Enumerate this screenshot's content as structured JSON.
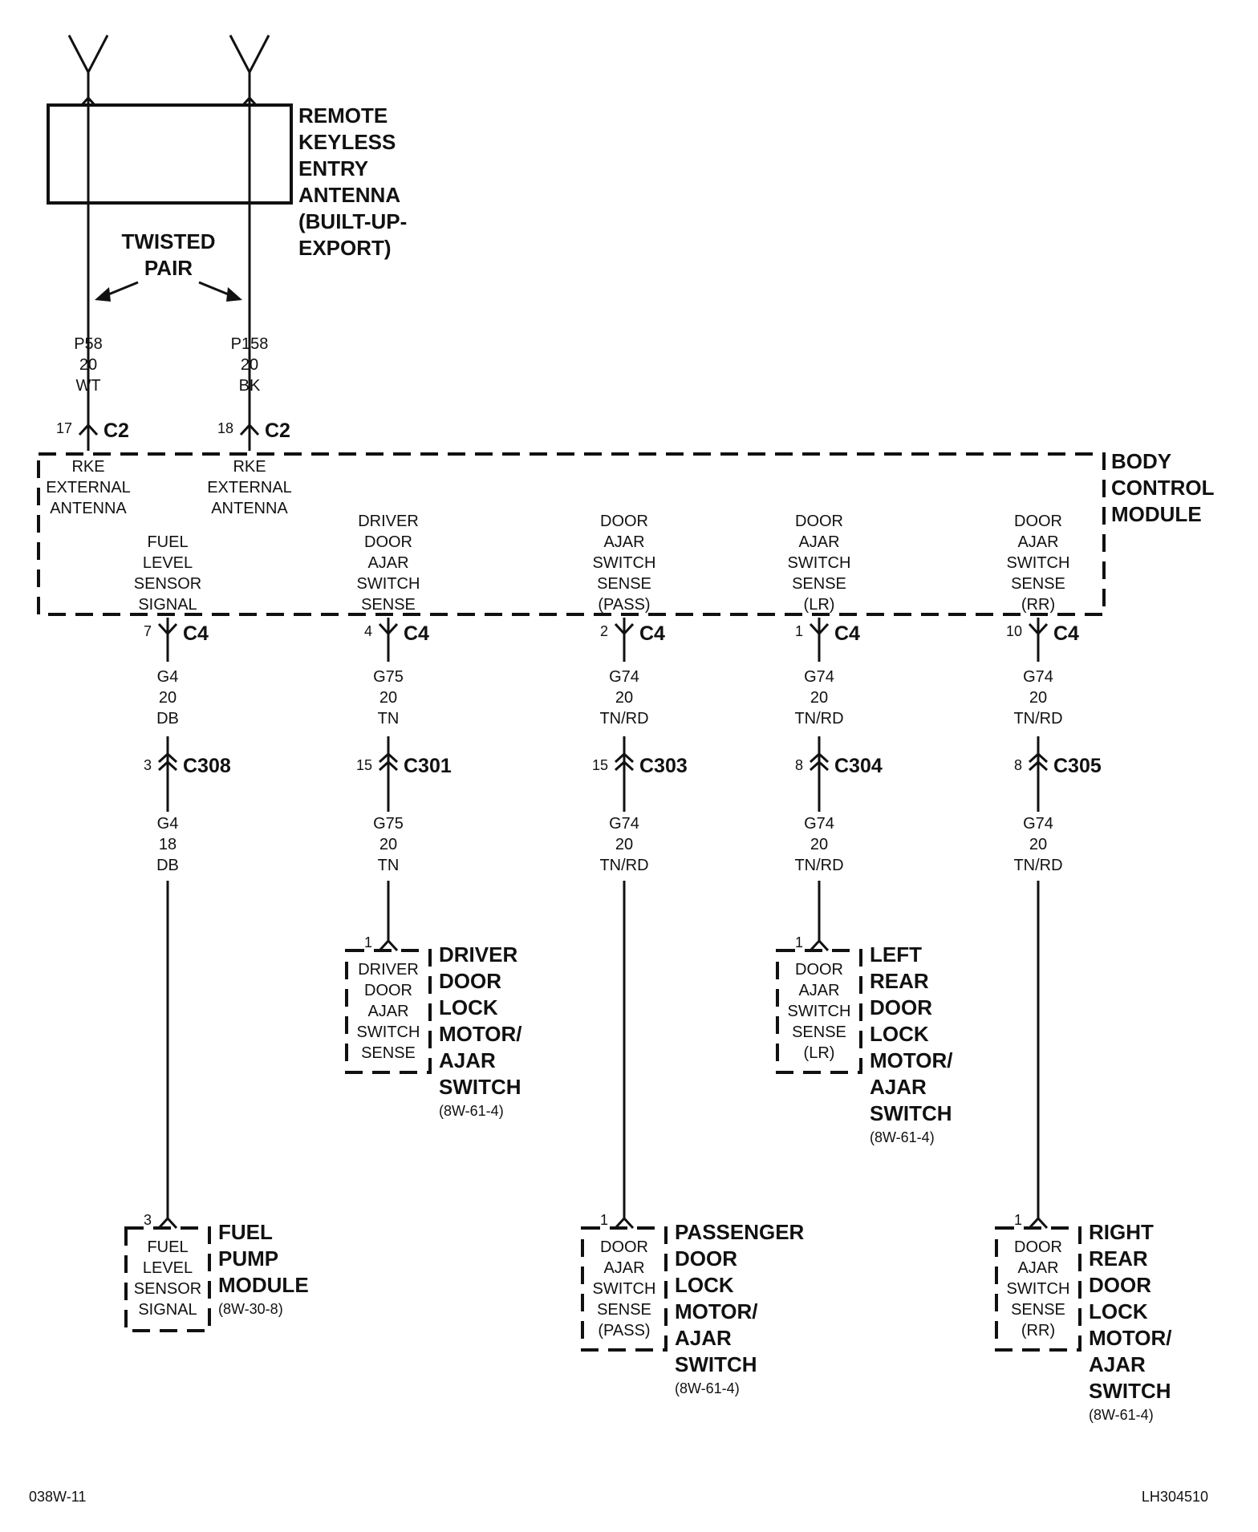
{
  "antenna": {
    "title": [
      "REMOTE",
      "KEYLESS",
      "ENTRY",
      "ANTENNA",
      "(BUILT-UP-",
      "EXPORT)"
    ],
    "twisted_pair": [
      "TWISTED",
      "PAIR"
    ]
  },
  "antenna_wires": [
    {
      "circuit": "P58",
      "gauge": "20",
      "color": "WT",
      "pin": "17",
      "connector": "C2",
      "label": [
        "RKE",
        "EXTERNAL",
        "ANTENNA"
      ]
    },
    {
      "circuit": "P158",
      "gauge": "20",
      "color": "BK",
      "pin": "18",
      "connector": "C2",
      "label": [
        "RKE",
        "EXTERNAL",
        "ANTENNA"
      ]
    }
  ],
  "bcm": {
    "title": [
      "BODY",
      "CONTROL",
      "MODULE"
    ]
  },
  "circuits": [
    {
      "bcm_label": [
        "FUEL",
        "LEVEL",
        "SENSOR",
        "SIGNAL"
      ],
      "bcm_pin": "7",
      "bcm_conn": "C4",
      "wire1": [
        "G4",
        "20",
        "DB"
      ],
      "inline_pin": "3",
      "inline_conn": "C308",
      "wire2": [
        "G4",
        "18",
        "DB"
      ],
      "comp_pin": "3",
      "comp_label": [
        "FUEL",
        "LEVEL",
        "SENSOR",
        "SIGNAL"
      ],
      "comp_title": [
        "FUEL",
        "PUMP",
        "MODULE"
      ],
      "comp_ref": "(8W-30-8)"
    },
    {
      "bcm_label": [
        "DRIVER",
        "DOOR",
        "AJAR",
        "SWITCH",
        "SENSE"
      ],
      "bcm_pin": "4",
      "bcm_conn": "C4",
      "wire1": [
        "G75",
        "20",
        "TN"
      ],
      "inline_pin": "15",
      "inline_conn": "C301",
      "wire2": [
        "G75",
        "20",
        "TN"
      ],
      "comp_pin": "1",
      "comp_label": [
        "DRIVER",
        "DOOR",
        "AJAR",
        "SWITCH",
        "SENSE"
      ],
      "comp_title": [
        "DRIVER",
        "DOOR",
        "LOCK",
        "MOTOR/",
        "AJAR",
        "SWITCH"
      ],
      "comp_ref": "(8W-61-4)"
    },
    {
      "bcm_label": [
        "DOOR",
        "AJAR",
        "SWITCH",
        "SENSE",
        "(PASS)"
      ],
      "bcm_pin": "2",
      "bcm_conn": "C4",
      "wire1": [
        "G74",
        "20",
        "TN/RD"
      ],
      "inline_pin": "15",
      "inline_conn": "C303",
      "wire2": [
        "G74",
        "20",
        "TN/RD"
      ],
      "comp_pin": "1",
      "comp_label": [
        "DOOR",
        "AJAR",
        "SWITCH",
        "SENSE",
        "(PASS)"
      ],
      "comp_title": [
        "PASSENGER",
        "DOOR",
        "LOCK",
        "MOTOR/",
        "AJAR",
        "SWITCH"
      ],
      "comp_ref": "(8W-61-4)"
    },
    {
      "bcm_label": [
        "DOOR",
        "AJAR",
        "SWITCH",
        "SENSE",
        "(LR)"
      ],
      "bcm_pin": "1",
      "bcm_conn": "C4",
      "wire1": [
        "G74",
        "20",
        "TN/RD"
      ],
      "inline_pin": "8",
      "inline_conn": "C304",
      "wire2": [
        "G74",
        "20",
        "TN/RD"
      ],
      "comp_pin": "1",
      "comp_label": [
        "DOOR",
        "AJAR",
        "SWITCH",
        "SENSE",
        "(LR)"
      ],
      "comp_title": [
        "LEFT",
        "REAR",
        "DOOR",
        "LOCK",
        "MOTOR/",
        "AJAR",
        "SWITCH"
      ],
      "comp_ref": "(8W-61-4)"
    },
    {
      "bcm_label": [
        "DOOR",
        "AJAR",
        "SWITCH",
        "SENSE",
        "(RR)"
      ],
      "bcm_pin": "10",
      "bcm_conn": "C4",
      "wire1": [
        "G74",
        "20",
        "TN/RD"
      ],
      "inline_pin": "8",
      "inline_conn": "C305",
      "wire2": [
        "G74",
        "20",
        "TN/RD"
      ],
      "comp_pin": "1",
      "comp_label": [
        "DOOR",
        "AJAR",
        "SWITCH",
        "SENSE",
        "(RR)"
      ],
      "comp_title": [
        "RIGHT",
        "REAR",
        "DOOR",
        "LOCK",
        "MOTOR/",
        "AJAR",
        "SWITCH"
      ],
      "comp_ref": "(8W-61-4)"
    }
  ],
  "footer": {
    "left": "038W-11",
    "right": "LH304510"
  }
}
